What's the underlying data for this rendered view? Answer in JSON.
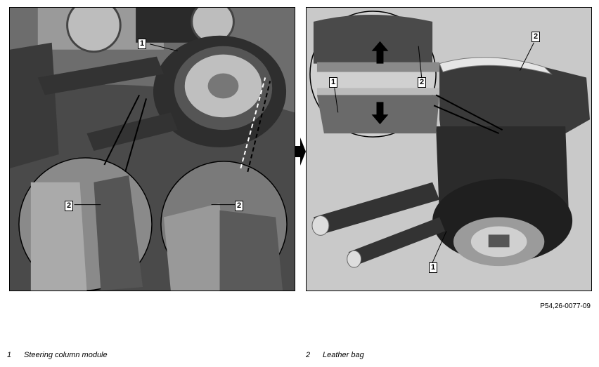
{
  "figure": {
    "ref": "P54,26-0077-09",
    "left_callouts": [
      "1",
      "2",
      "2"
    ],
    "right_callouts": [
      "2",
      "1",
      "2",
      "1"
    ]
  },
  "legend": [
    {
      "num": "1",
      "label": "Steering column module"
    },
    {
      "num": "2",
      "label": "Leather bag"
    }
  ]
}
